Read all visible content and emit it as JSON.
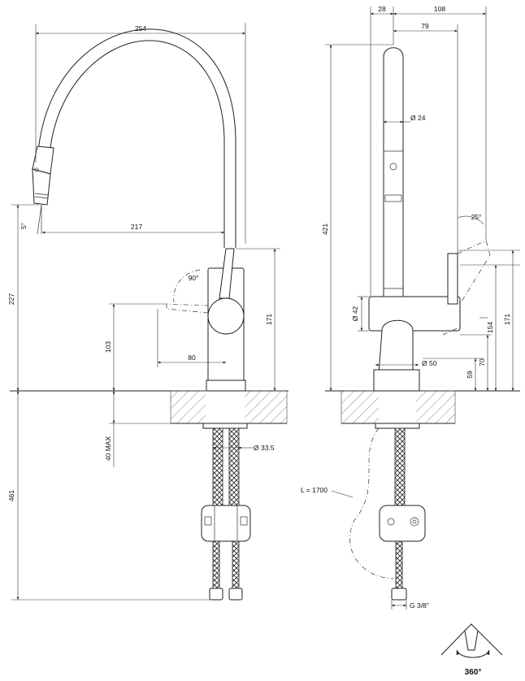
{
  "left_view": {
    "dims": {
      "width_total": "254",
      "reach": "217",
      "tilt_angle": "5°",
      "lever_angle": "90°",
      "height_total": "227",
      "lever_height": "103",
      "lever_reach": "80",
      "body_height": "171",
      "deck_thickness": "40 MAX",
      "hose_length": "461",
      "hole_diameter": "Ø 33.5"
    }
  },
  "right_view": {
    "dims": {
      "top_offset": "28",
      "top_width": "108",
      "top_inner": "79",
      "spout_diameter": "Ø 24",
      "height_total": "421",
      "lever_angle": "25°",
      "body_diameter": "Ø 42",
      "base_diameter": "Ø 50",
      "h154": "154",
      "h171": "171",
      "h59": "59",
      "h70": "70",
      "hose_length": "L = 1700",
      "thread": "G 3/8\""
    }
  },
  "rotation": {
    "label": "360°"
  }
}
